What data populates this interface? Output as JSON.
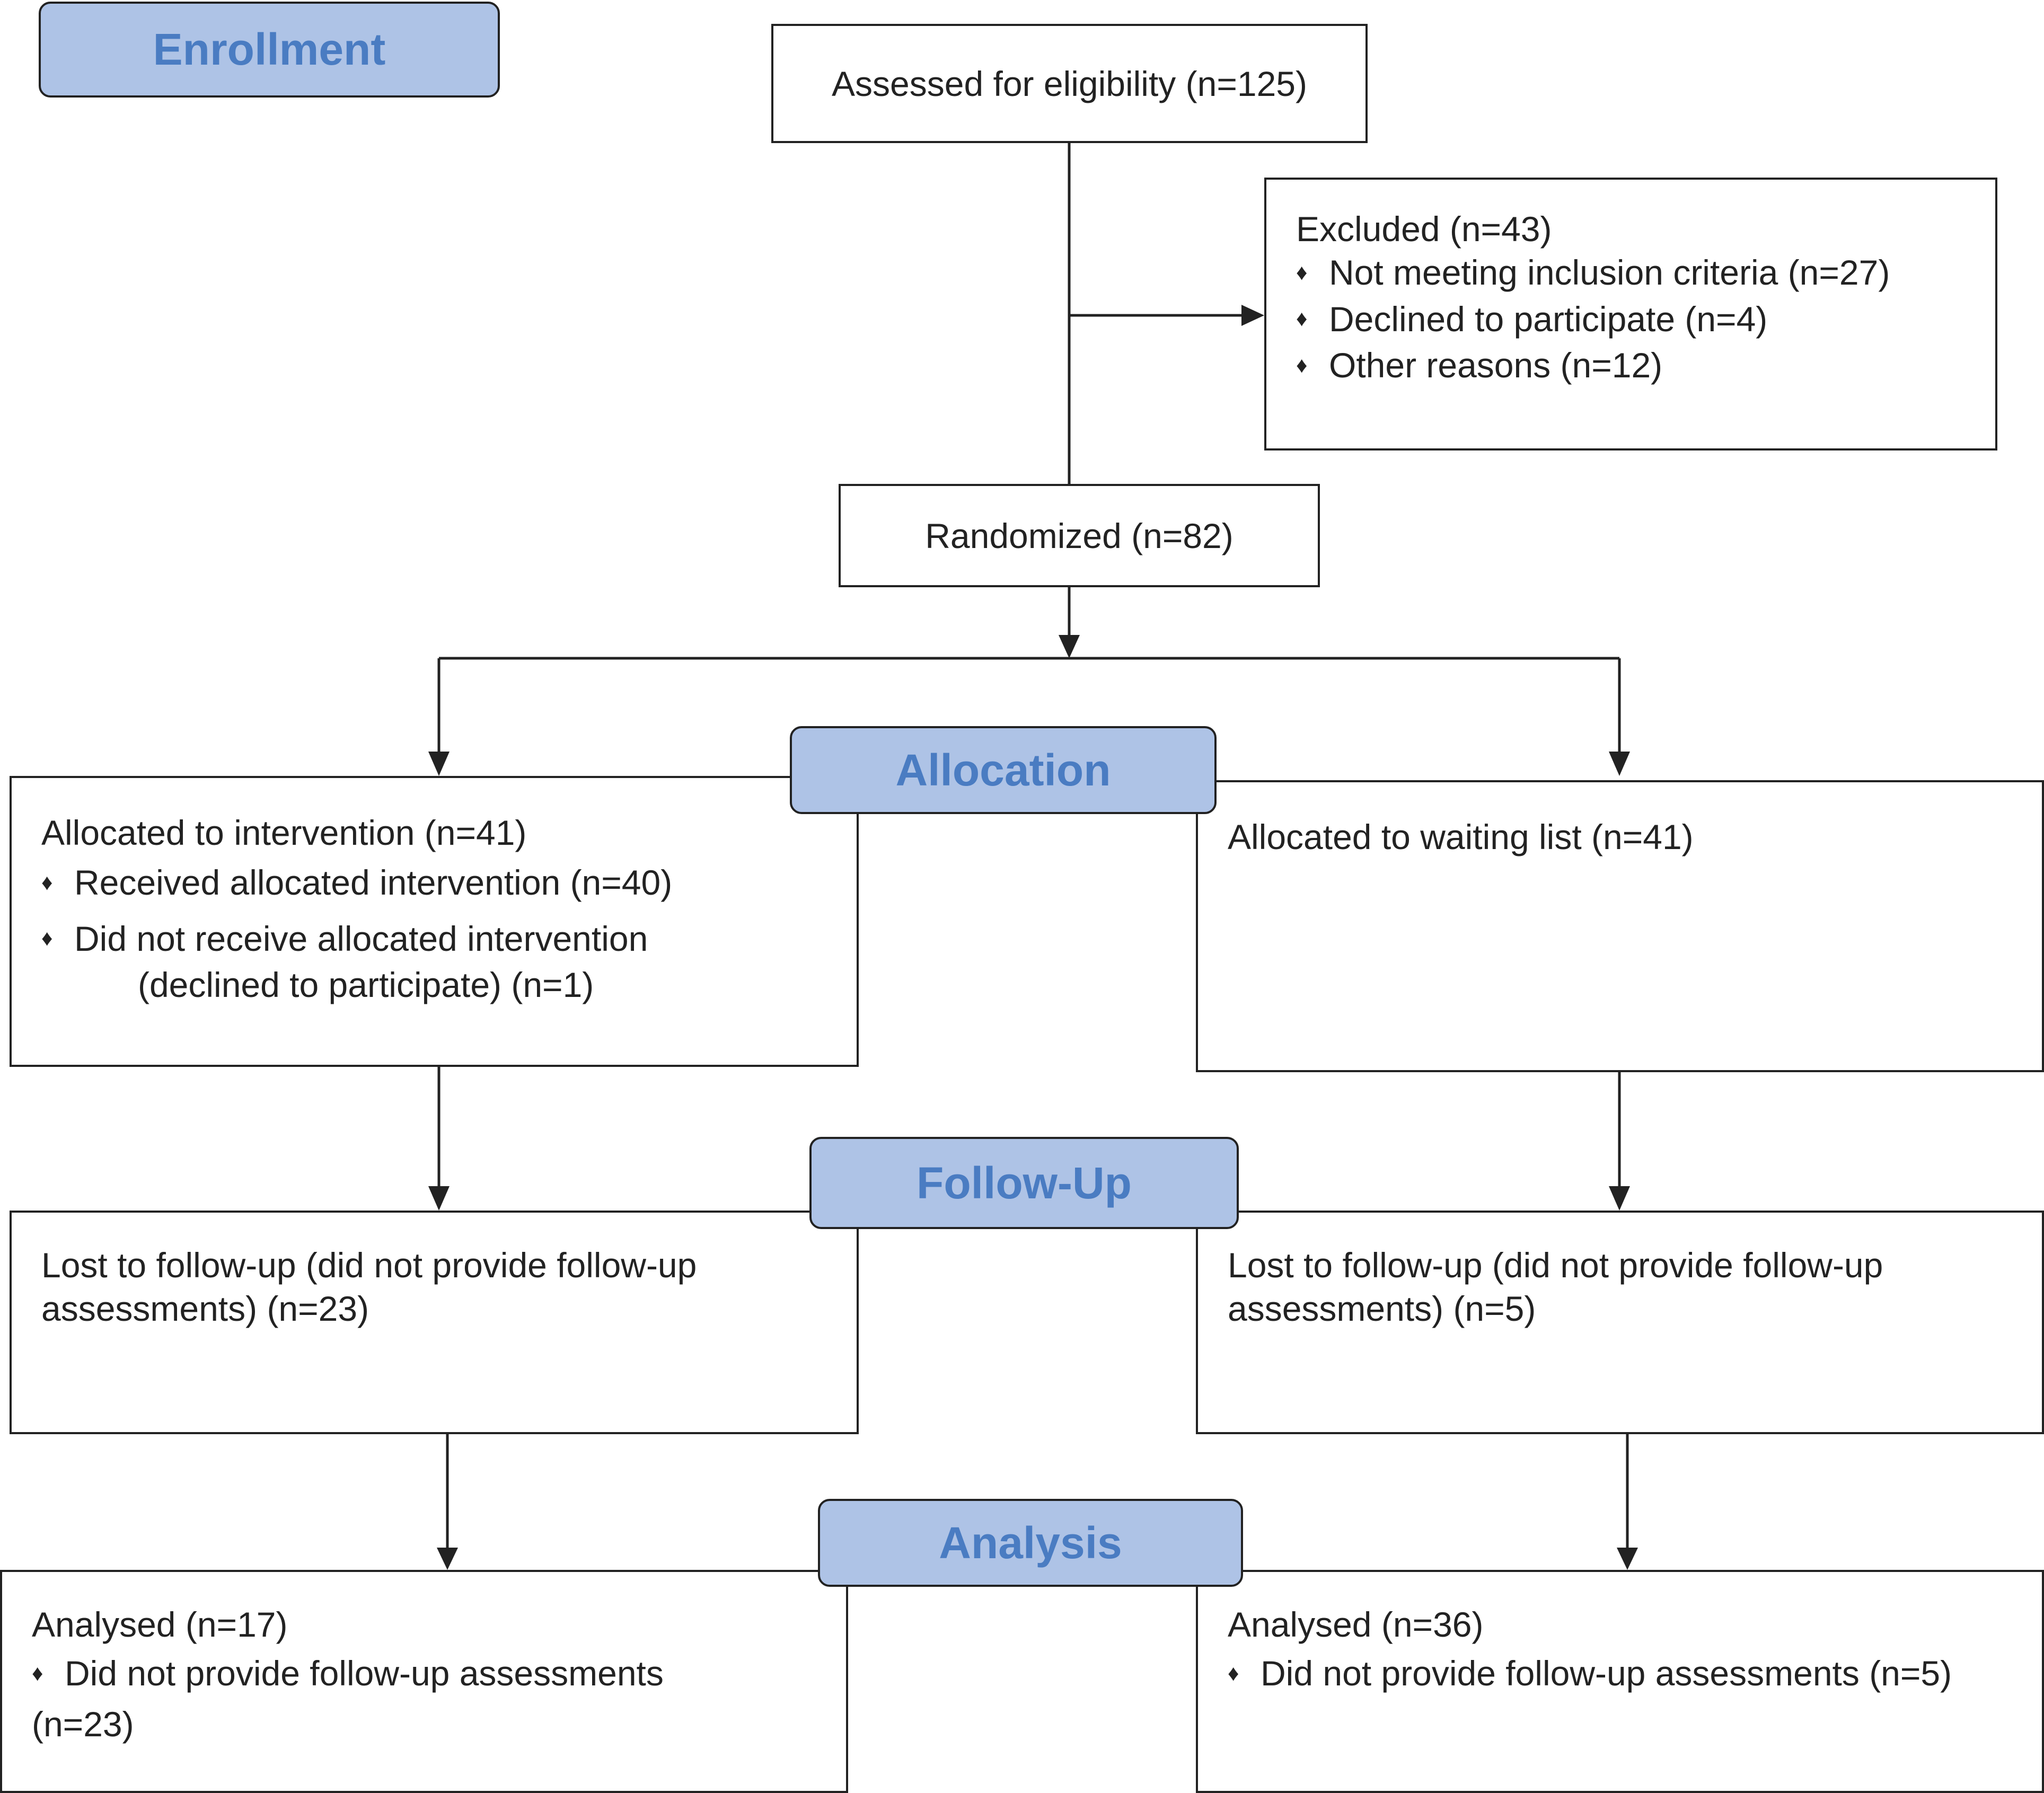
{
  "stages": {
    "enrollment": "Enrollment",
    "allocation": "Allocation",
    "follow_up": "Follow-Up",
    "analysis": "Analysis"
  },
  "assessed": "Assessed for eligibility (n=125)",
  "excluded": {
    "title": "Excluded (n=43)",
    "items": [
      "Not meeting inclusion criteria (n=27)",
      "Declined to participate (n=4)",
      "Other reasons (n=12)"
    ]
  },
  "randomized": "Randomized (n=82)",
  "intervention_arm": {
    "allocation": {
      "title": "Allocated to intervention (n=41)",
      "items": [
        "Received allocated intervention (n=40)",
        "Did not receive allocated intervention"
      ],
      "item_continuation": "(declined to participate) (n=1)"
    },
    "follow_up": {
      "line1": "Lost to follow-up (did not provide follow-up",
      "line2": "assessments) (n=23)"
    },
    "analysis": {
      "title": "Analysed (n=17)",
      "item": "Did not provide follow-up assessments",
      "item_continuation": "(n=23)"
    }
  },
  "waiting_arm": {
    "allocation": {
      "title": "Allocated to waiting list (n=41)"
    },
    "follow_up": {
      "line1": "Lost to follow-up (did not provide follow-up",
      "line2": "assessments) (n=5)"
    },
    "analysis": {
      "title": "Analysed (n=36)",
      "item": "Did not provide follow-up assessments (n=5)"
    }
  },
  "bullet_glyph": "♦"
}
